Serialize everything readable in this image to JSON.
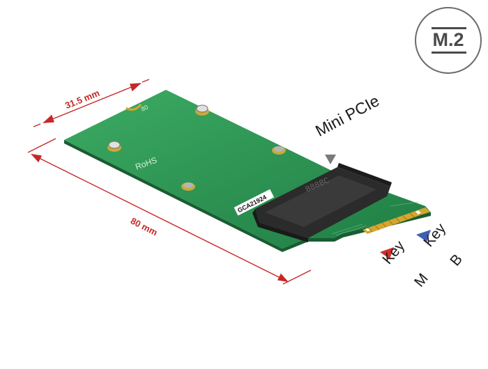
{
  "badge": {
    "text": "M.2"
  },
  "dimensions": {
    "width": "31.5 mm",
    "length": "80 mm"
  },
  "callout": {
    "connector": "Mini PCIe"
  },
  "keys": {
    "m_word": "Key",
    "m_letter": "M",
    "b_word": "Key",
    "b_letter": "B"
  },
  "board": {
    "label": "GCA21924",
    "rohs": "RoHS",
    "mark": "80",
    "connector_silk": "888BC",
    "colors": {
      "pcb": "#2f9a57",
      "connector": "#2b2b2b",
      "gold": "#d6a62c"
    }
  },
  "colors": {
    "dimension": "#c62828",
    "key_m": "#d32f2f",
    "key_b": "#3f5fb3",
    "callout_arrow": "#7a7a7a"
  }
}
